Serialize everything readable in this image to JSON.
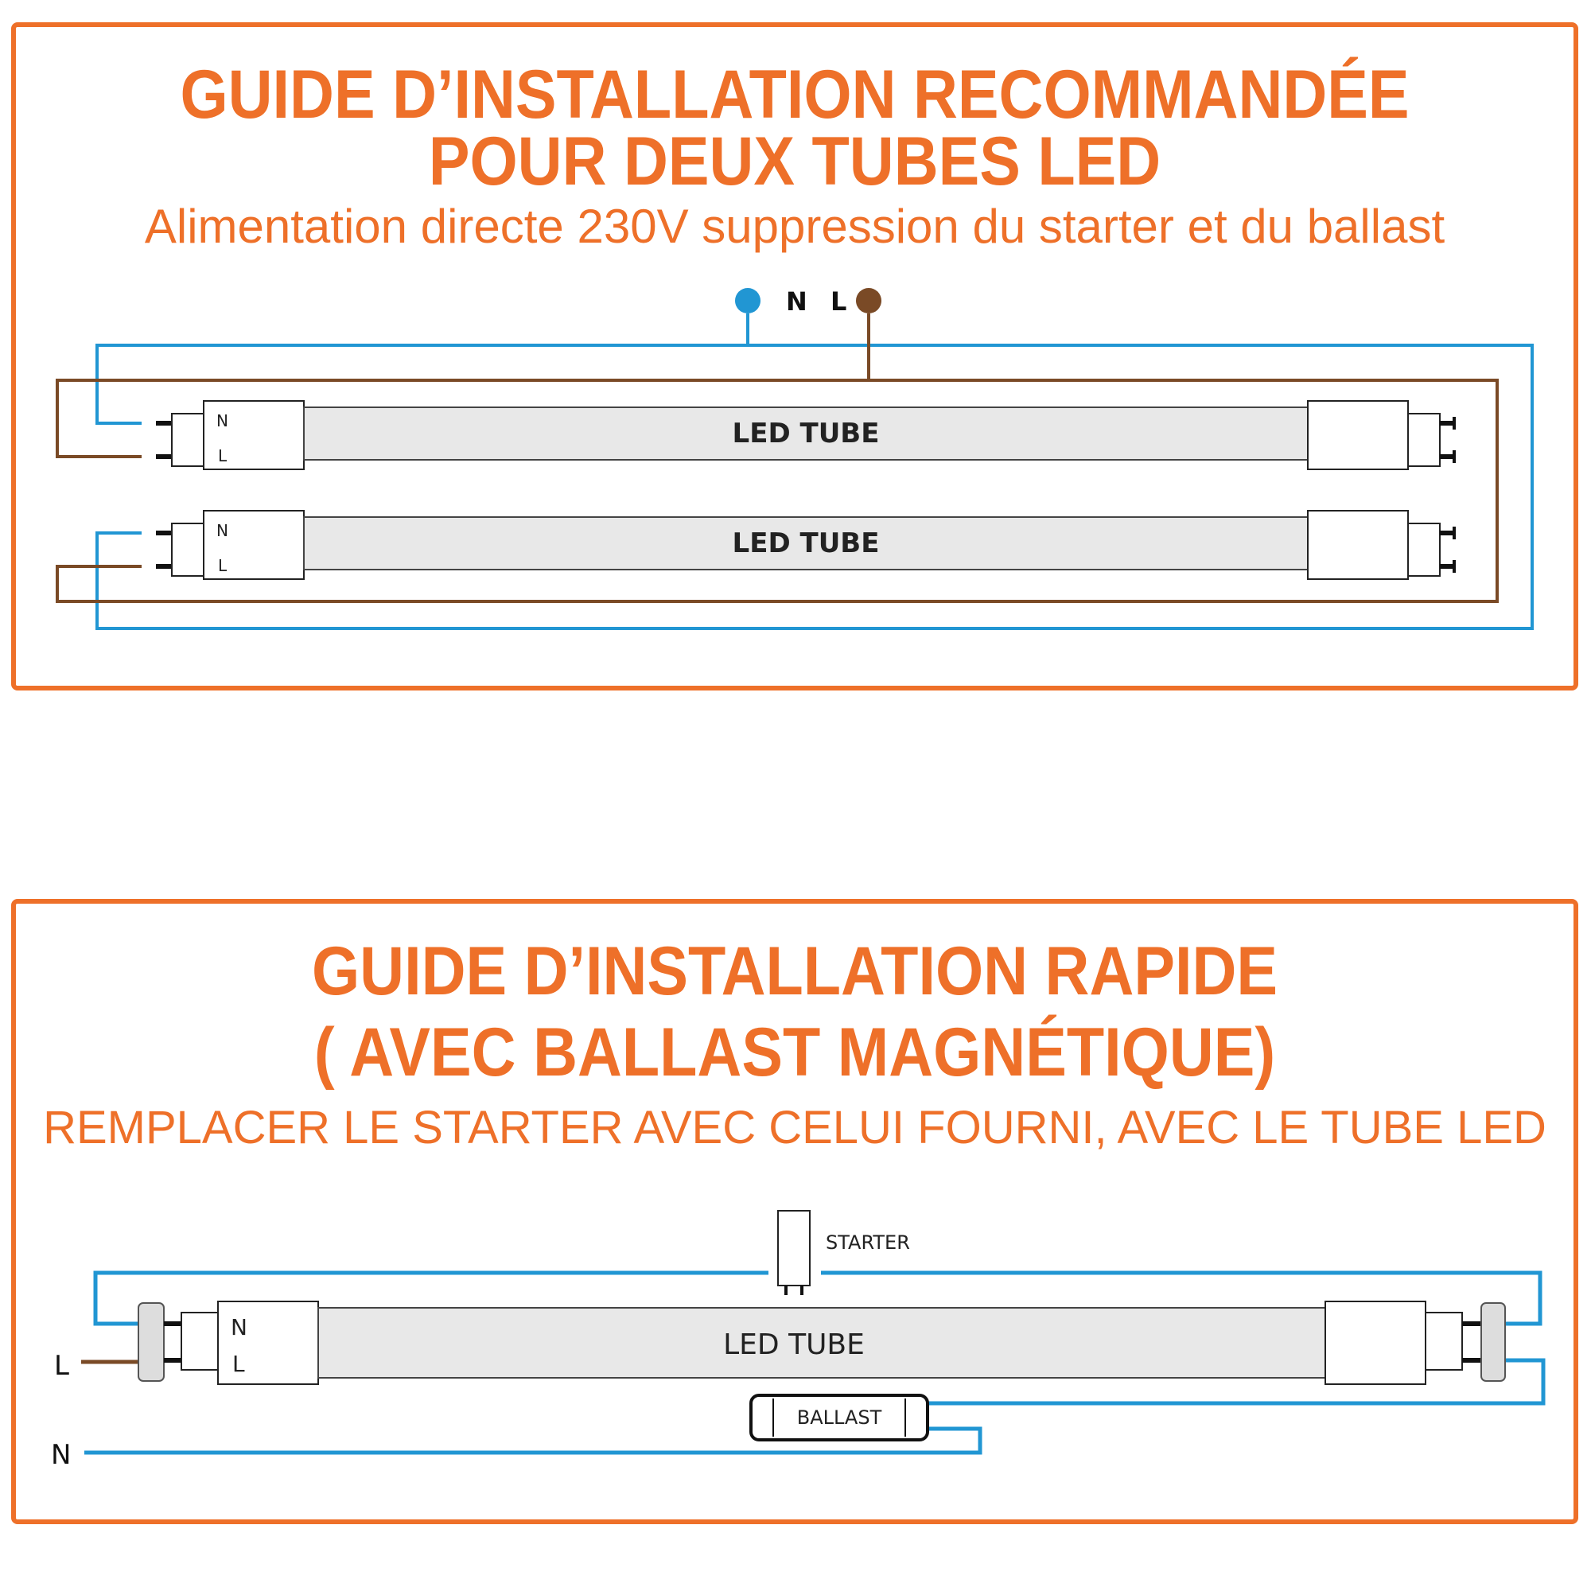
{
  "top_panel": {
    "title_line1": "GUIDE D’INSTALLATION RECOMMANDÉE",
    "title_line2": "POUR DEUX TUBES LED",
    "subtitle": "Alimentation directe 230V suppression du starter et du ballast",
    "supply_n_label": "N",
    "supply_l_label": "L",
    "tube1_label": "LED TUBE",
    "tube2_label": "LED TUBE",
    "endcap_n_label": "N",
    "endcap_l_label": "L"
  },
  "bottom_panel": {
    "title_line1": "GUIDE D’INSTALLATION RAPIDE",
    "title_line2": "( AVEC BALLAST MAGNÉTIQUE)",
    "subtitle": "REMPLACER LE STARTER AVEC CELUI FOURNI, AVEC LE TUBE LED",
    "starter_label": "STARTER",
    "tube_label": "LED TUBE",
    "ballast_label": "BALLAST",
    "endcap_n_label": "N",
    "endcap_l_label": "L",
    "line_l_label": "L",
    "line_n_label": "N"
  },
  "colors": {
    "accent": "#ee7029",
    "neutral_wire": "#2196d3",
    "live_wire": "#7a4a26",
    "tube_fill": "#e8e8e8"
  }
}
